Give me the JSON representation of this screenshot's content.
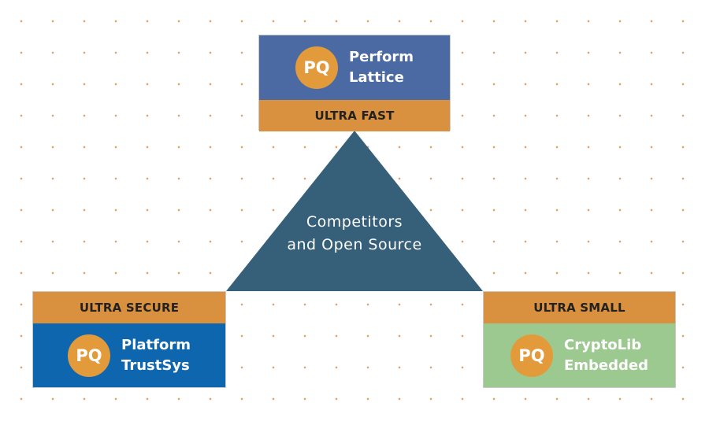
{
  "colors": {
    "accent_orange": "#d99140",
    "badge_orange": "#e39a3b",
    "triangle": "#365f79",
    "top_card": "#4b6aa4",
    "left_card": "#0e67ae",
    "right_card": "#9cc98f"
  },
  "center": {
    "line1": "Competitors",
    "line2": "and Open Source"
  },
  "cards": {
    "top": {
      "badge": "PQ",
      "name_line1": "Perform",
      "name_line2": "Lattice",
      "tag": "ULTRA FAST"
    },
    "left": {
      "badge": "PQ",
      "name_line1": "Platform",
      "name_line2": "TrustSys",
      "tag": "ULTRA SECURE"
    },
    "right": {
      "badge": "PQ",
      "name_line1": "CryptoLib",
      "name_line2": "Embedded",
      "tag": "ULTRA SMALL"
    }
  }
}
